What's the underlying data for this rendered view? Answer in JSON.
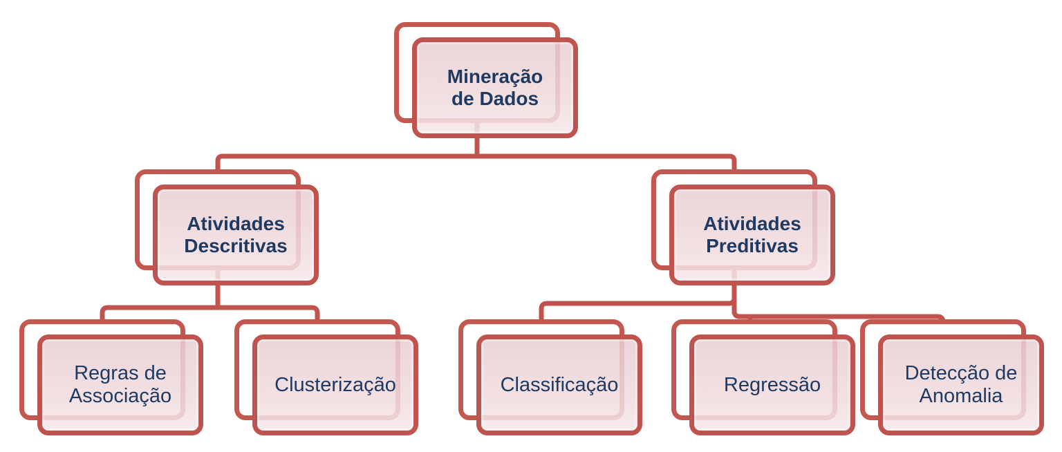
{
  "diagram": {
    "type": "hierarchy",
    "nodes": {
      "root": {
        "label": "Mineração\nde Dados"
      },
      "desc": {
        "label": "Atividades\nDescritivas"
      },
      "pred": {
        "label": "Atividades\nPreditivas"
      },
      "regras": {
        "label": "Regras de\nAssociação"
      },
      "cluster": {
        "label": "Clusterização"
      },
      "classif": {
        "label": "Classificação"
      },
      "regress": {
        "label": "Regressão"
      },
      "anomal": {
        "label": "Detecção de\nAnomalia"
      }
    },
    "edges": [
      {
        "from": "root",
        "to": "desc"
      },
      {
        "from": "root",
        "to": "pred"
      },
      {
        "from": "desc",
        "to": "regras"
      },
      {
        "from": "desc",
        "to": "cluster"
      },
      {
        "from": "pred",
        "to": "classif"
      },
      {
        "from": "pred",
        "to": "regress"
      },
      {
        "from": "pred",
        "to": "anomal"
      }
    ],
    "levels": [
      [
        "root"
      ],
      [
        "desc",
        "pred"
      ],
      [
        "regras",
        "cluster",
        "classif",
        "regress",
        "anomal"
      ]
    ]
  },
  "style": {
    "accent_red_border": "#c0534e",
    "front_fill_pink": "#f1dee0",
    "back_fill_white": "#ffffff",
    "text_navy": "#1f3a62",
    "background": "#ffffff"
  }
}
